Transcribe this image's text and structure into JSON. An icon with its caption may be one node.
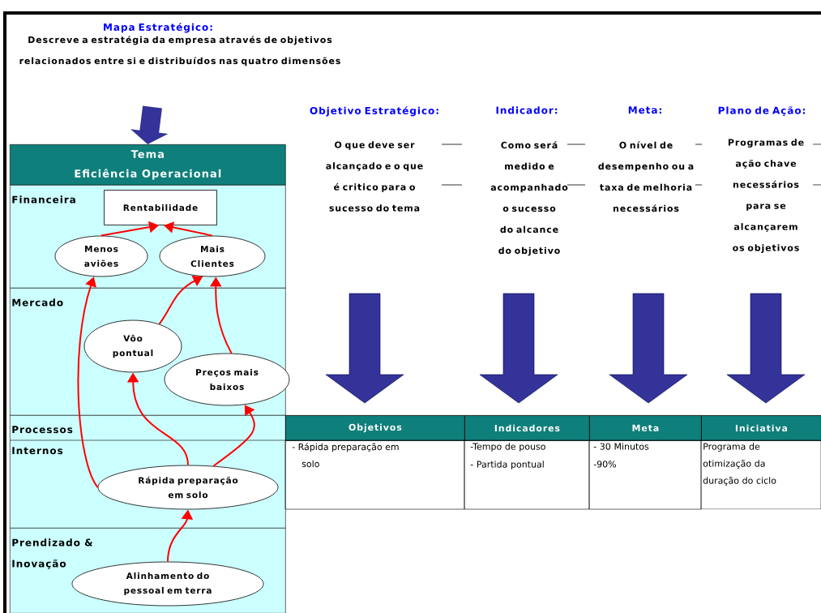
{
  "diagram": {
    "nodes": [
      {
        "text": [
          "Tema",
          "Eficiência Operacional"
        ]
      },
      {
        "text": [
          "Financeira"
        ]
      },
      {
        "text": [
          "Rentabilidade"
        ],
        "in": 1
      },
      {
        "text": [
          "Menos aviões"
        ],
        "in": 1
      },
      {
        "text": [
          "Mais Clientes"
        ],
        "in": 1
      },
      {
        "text": [
          "Mercado"
        ]
      },
      {
        "text": [
          "Vôo pontual"
        ],
        "in": 5
      },
      {
        "text": [
          "Preços mais baixos"
        ],
        "in": 5
      },
      {
        "text": [
          "Processos Internos"
        ]
      },
      {
        "text": [
          "Rápida preparação em solo"
        ],
        "in": 8
      },
      {
        "text": [
          "Prendizado & Inovação"
        ]
      },
      {
        "text": [
          "Alinhamento do pessoal em terra"
        ],
        "in": 10
      }
    ],
    "edges": [
      {
        "from": null,
        "to": 0,
        "arrow": "to",
        "style": "thick",
        "color": "#333399"
      },
      {
        "from": 3,
        "to": 2,
        "arrow": "to"
      },
      {
        "from": 4,
        "to": 2,
        "arrow": "to"
      },
      {
        "from": 9,
        "to": 3,
        "arrow": "to"
      },
      {
        "from": 6,
        "to": 4,
        "arrow": "to"
      },
      {
        "from": 7,
        "to": 4,
        "arrow": "to"
      },
      {
        "from": 9,
        "to": 6,
        "arrow": "to"
      },
      {
        "from": 9,
        "to": 7,
        "arrow": "to"
      },
      {
        "from": 11,
        "to": 9,
        "arrow": "to"
      }
    ],
    "labels": [
      "Mapa Estratégico:",
      "Descreve a estratégia da empresa através de objetivos relacionados entre si e distribuídos nas quatro dimensões",
      "Objetivo Estratégico:",
      "Indicador:",
      "Meta:",
      "Plano de Ação:",
      "O que deve ser alcançado e o que é critico para o sucesso do tema",
      "Como será medido e acompanhado o sucesso do alcance do objetivo",
      "O nível de desempenho ou a taxa de melhoria necessários",
      "Programas de ação chave necessários para se alcançarem os objetivos",
      "Objetivos",
      "Indicadores",
      "Meta",
      "Iniciativa",
      "- Rápida preparação em solo",
      "-Tempo de pouso",
      "- Partida pontual",
      "- 30 Minutos",
      "-90%",
      "Programa de otimização da duração do ciclo"
    ]
  }
}
